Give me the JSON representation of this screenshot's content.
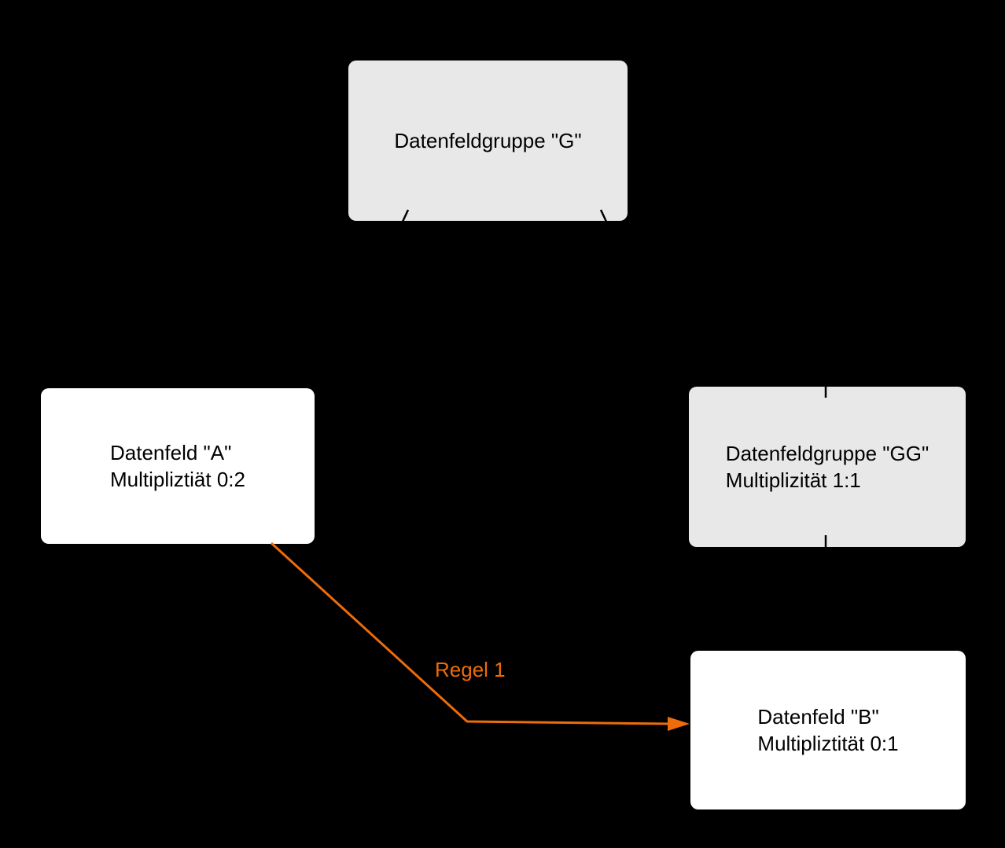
{
  "nodes": {
    "g": {
      "line1": "Datenfeldgruppe \"G\"",
      "line2": ""
    },
    "a": {
      "line1": "Datenfeld \"A\"",
      "line2": "Multipliztiät 0:2"
    },
    "gg": {
      "line1": "Datenfeldgruppe \"GG\"",
      "line2": "Multiplizität 1:1"
    },
    "b": {
      "line1": "Datenfeld \"B\"",
      "line2": "Multipliztität 0:1"
    }
  },
  "edge": {
    "label": "Regel 1",
    "from": "Datenfeld \"A\"",
    "to": "Datenfeld \"B\""
  },
  "colors": {
    "background": "#000000",
    "group_fill": "#e8e8e8",
    "field_fill": "#ffffff",
    "text": "#000000",
    "connector": "#000000",
    "accent": "#ee6c0a"
  }
}
